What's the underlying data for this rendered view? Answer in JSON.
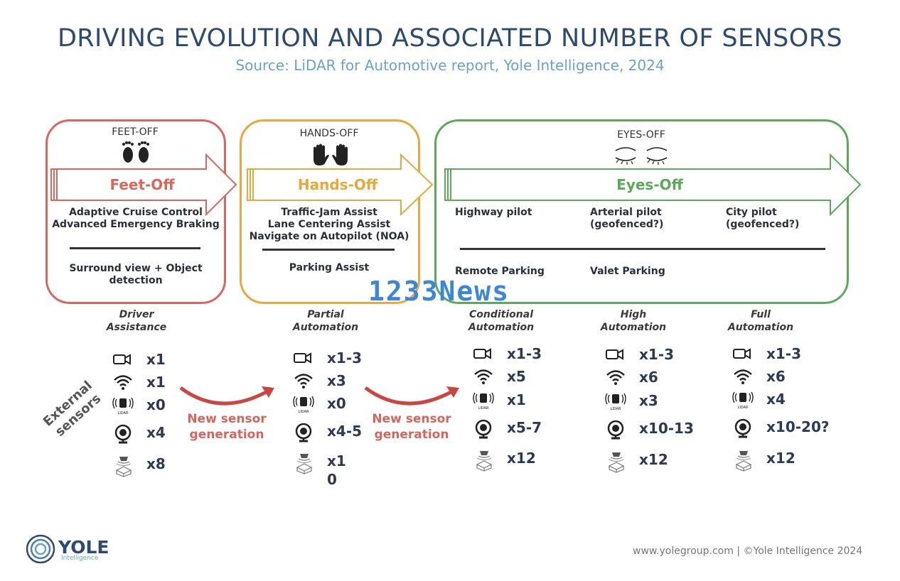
{
  "title": "DRIVING EVOLUTION AND ASSOCIATED NUMBER OF SENSORS",
  "subtitle": "Source: LiDAR for Automotive report, Yole Intelligence, 2024",
  "colors": {
    "feet": "#d9675e",
    "hands": "#e8a83c",
    "eyes": "#5aaa57",
    "title": "#2d4a73",
    "subtitle": "#6aa3c8",
    "generation": "#d6655c"
  },
  "groups": [
    {
      "id": "feet",
      "heading": "FEET-OFF",
      "icon": "feet-icon",
      "arrow_label": "Feet-Off",
      "features": [
        "Adaptive Cruise Control",
        "Advanced Emergency Braking"
      ],
      "features_below": [
        "Surround view + Object",
        "detection"
      ]
    },
    {
      "id": "hands",
      "heading": "HANDS-OFF",
      "icon": "hands-icon",
      "arrow_label": "Hands-Off",
      "features": [
        "Traffic-Jam Assist",
        "Lane Centering Assist",
        "Navigate on Autopilot (NOA)"
      ],
      "features_below": [
        "Parking Assist"
      ]
    },
    {
      "id": "eyes",
      "heading": "EYES-OFF",
      "icon": "closed-eyes-icon",
      "arrow_label": "Eyes-Off",
      "columns": [
        {
          "top": [
            "Highway pilot"
          ],
          "bottom": [
            "Remote Parking"
          ]
        },
        {
          "top": [
            "Arterial pilot",
            "(geofenced?)"
          ],
          "bottom": [
            "Valet Parking"
          ]
        },
        {
          "top": [
            "City pilot",
            "(geofenced?)"
          ],
          "bottom": []
        }
      ]
    }
  ],
  "levels": [
    {
      "line1": "Driver",
      "line2": "Assistance"
    },
    {
      "line1": "Partial",
      "line2": "Automation"
    },
    {
      "line1": "Conditional",
      "line2": "Automation"
    },
    {
      "line1": "High",
      "line2": "Automation"
    },
    {
      "line1": "Full",
      "line2": "Automation"
    }
  ],
  "sensor_types": [
    "camera-icon",
    "radar-icon",
    "lidar-icon",
    "ultrasonic-sensor-icon",
    "in-cabin-sensor-icon"
  ],
  "lidar_icon_text": "LIDAR",
  "sensor_counts": [
    [
      "x1",
      "x1",
      "x0",
      "x4",
      "x8"
    ],
    [
      "x1-3",
      "x3",
      "x0",
      "x4-5",
      "x1\n0"
    ],
    [
      "x1-3",
      "x5",
      "x1",
      "x5-7",
      "x12"
    ],
    [
      "x1-3",
      "x6",
      "x3",
      "x10-13",
      "x12"
    ],
    [
      "x1-3",
      "x6",
      "x4",
      "x10-20?",
      "x12"
    ]
  ],
  "external_sensors_label": [
    "External",
    "sensors"
  ],
  "generation_label": [
    "New sensor",
    "generation"
  ],
  "watermark": "1233News",
  "logo": {
    "name": "YOLE",
    "sub": "Intelligence"
  },
  "footer": "www.yolegroup.com | ©Yole Intelligence 2024"
}
